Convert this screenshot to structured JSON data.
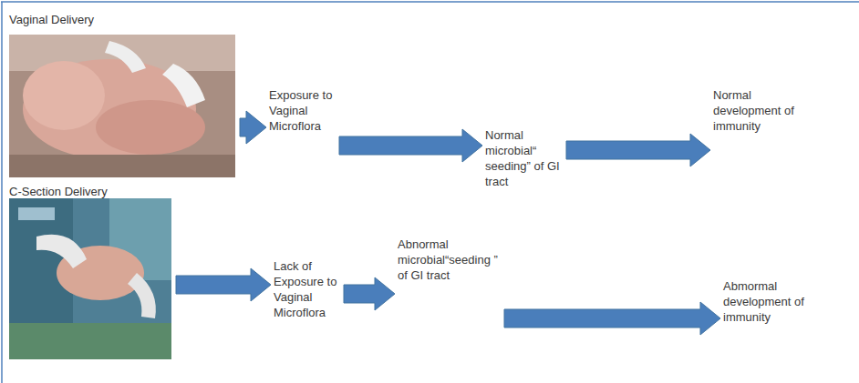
{
  "diagram": {
    "nodes": [
      {
        "text": [
          "Vaginal Delivery"
        ]
      },
      {
        "text": [
          "Exposure to Vaginal Microflora"
        ]
      },
      {
        "text": [
          "Normal microbial“ seeding” of GI tract"
        ]
      },
      {
        "text": [
          "Normal development of immunity"
        ]
      },
      {
        "text": [
          "C-Section Delivery"
        ]
      },
      {
        "text": [
          "Lack of Exposure to Vaginal Microflora"
        ]
      },
      {
        "text": [
          "Abnormal microbial“seeding ” of GI tract"
        ]
      },
      {
        "text": [
          "Abmormal development of immunity"
        ]
      }
    ],
    "edges": [
      {
        "from": 0,
        "to": 1,
        "arrow": "to"
      },
      {
        "from": 1,
        "to": 2,
        "arrow": "to"
      },
      {
        "from": 2,
        "to": 3,
        "arrow": "to"
      },
      {
        "from": 4,
        "to": 5,
        "arrow": "to"
      },
      {
        "from": 5,
        "to": 6,
        "arrow": "to"
      },
      {
        "from": 6,
        "to": 7,
        "arrow": "to"
      }
    ]
  }
}
